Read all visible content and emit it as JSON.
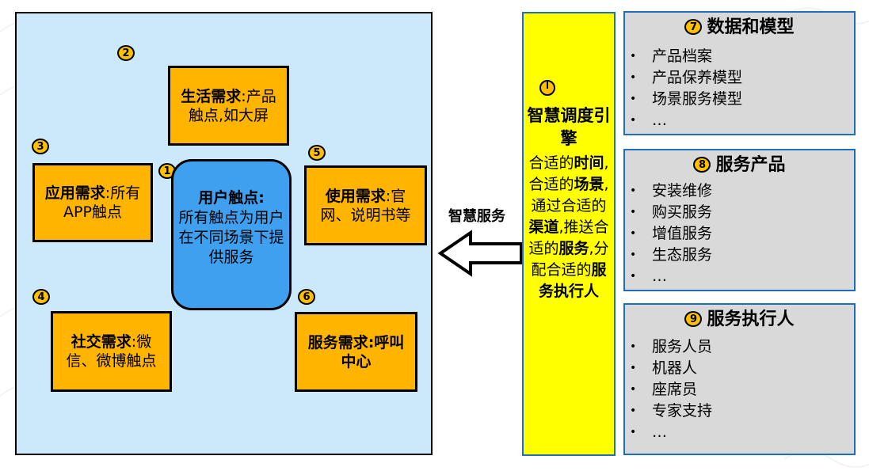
{
  "left": {
    "touchpoint": {
      "number": "1",
      "title": "用户触点:",
      "desc": "所有触点为用户在不同场景下提供服务"
    },
    "needs": [
      {
        "number": "2",
        "bold": "生活需求",
        "rest": ":产品触点,如大屏"
      },
      {
        "number": "3",
        "bold": "应用需求",
        "rest": ":所有APP触点"
      },
      {
        "number": "4",
        "bold": "社交需求",
        "rest": ":微信、微博触点"
      },
      {
        "number": "5",
        "bold": "使用需求",
        "rest": ":官网、说明书等"
      },
      {
        "number": "6",
        "bold": "服务需求:呼叫中心",
        "rest": ""
      }
    ]
  },
  "arrow": {
    "label": "智慧服务"
  },
  "engine": {
    "title": "智慧调度引擎",
    "parts": [
      {
        "text": "合适的",
        "bold": false
      },
      {
        "text": "时间",
        "bold": true
      },
      {
        "text": ",合适的",
        "bold": false
      },
      {
        "text": "场景",
        "bold": true
      },
      {
        "text": ",通过合适的",
        "bold": false
      },
      {
        "text": "渠道",
        "bold": true
      },
      {
        "text": ",推送合适的",
        "bold": false
      },
      {
        "text": "服务",
        "bold": true
      },
      {
        "text": ",分配合适的",
        "bold": false
      },
      {
        "text": "服务执行人",
        "bold": true
      }
    ]
  },
  "right": [
    {
      "number": "7",
      "title": "数据和模型",
      "items": [
        "产品档案",
        "产品保养模型",
        "场景服务模型",
        "…"
      ]
    },
    {
      "number": "8",
      "title": "服务产品",
      "items": [
        "安装维修",
        "购买服务",
        "增值服务",
        "生态服务",
        "…"
      ]
    },
    {
      "number": "9",
      "title": "服务执行人",
      "items": [
        "服务人员",
        "机器人",
        "座席员",
        "专家支持",
        "…"
      ]
    }
  ],
  "colors": {
    "left_bg": "#cce8fb",
    "need_box": "#ffb400",
    "touch_box": "#3fa0ef",
    "engine_bg": "#ffff00",
    "right_bg": "#d9d9d9",
    "right_border": "#1f6fb8",
    "number_circle": "#ffc000"
  },
  "icons": {
    "engine": "power-icon"
  }
}
